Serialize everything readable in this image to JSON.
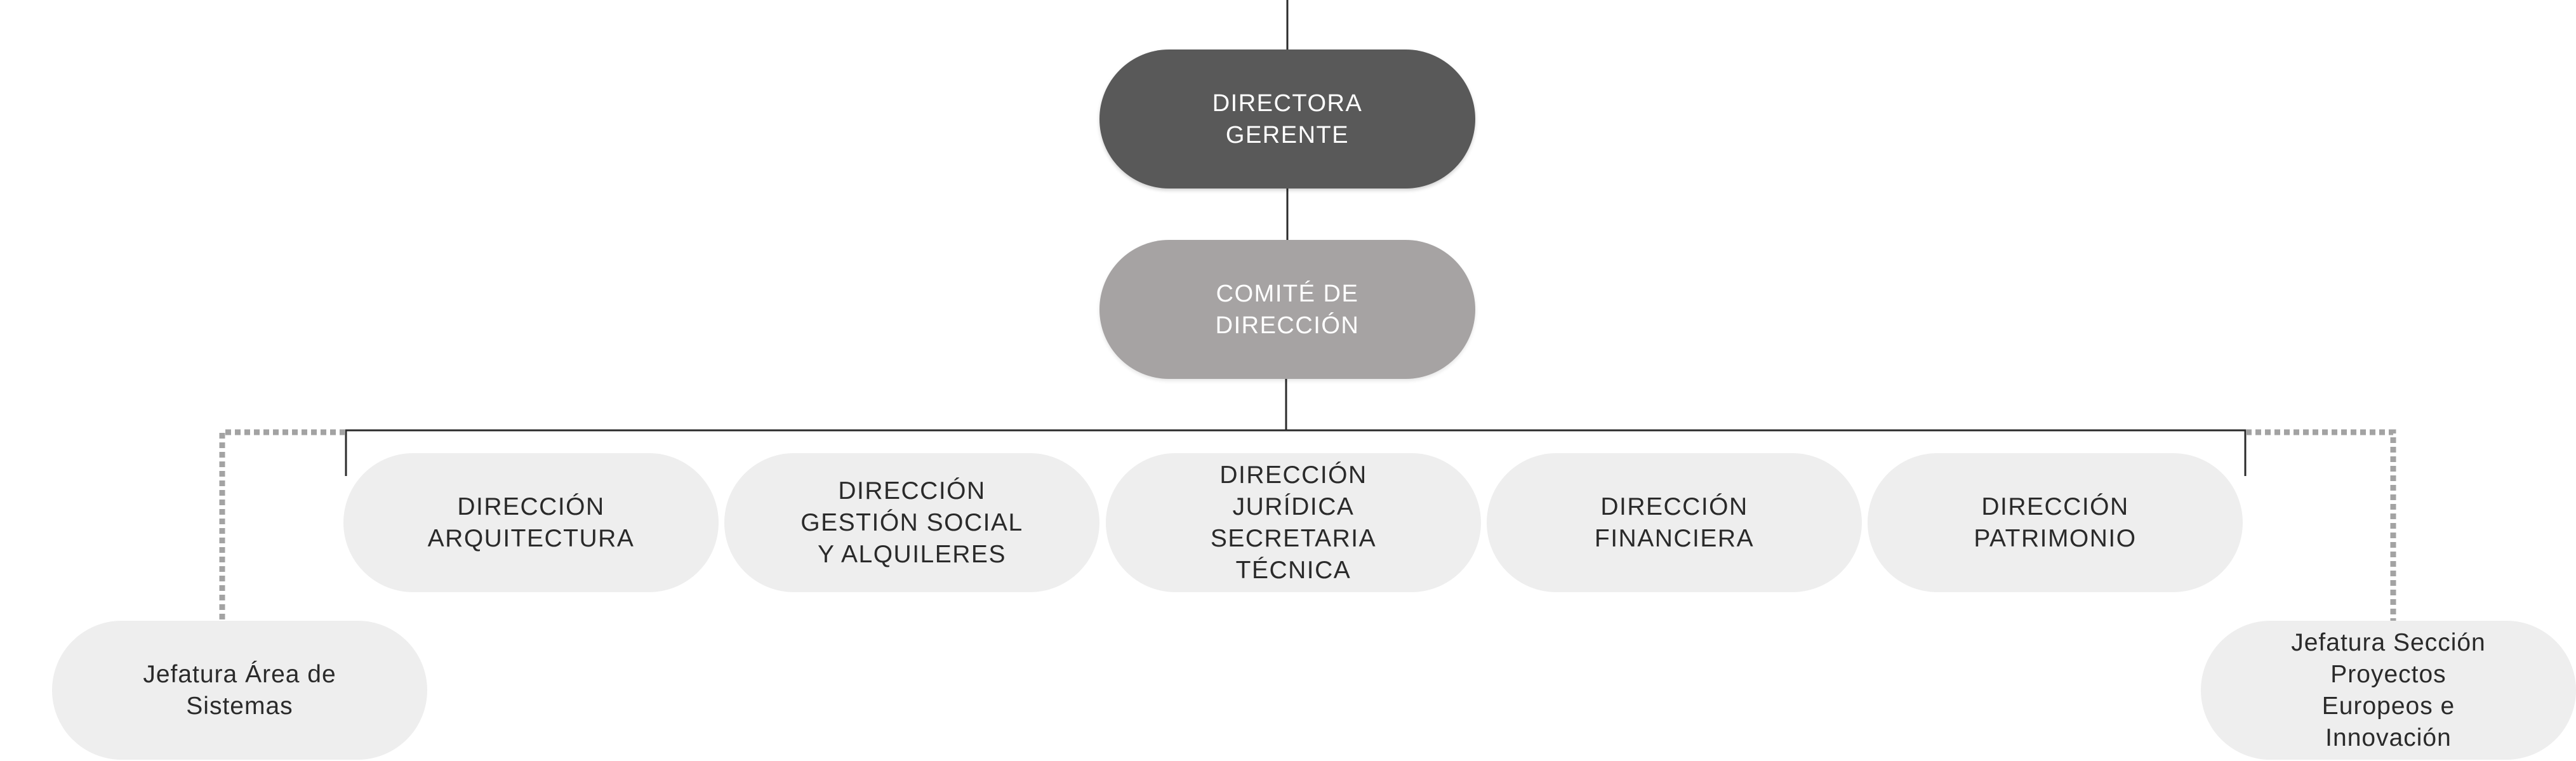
{
  "colors": {
    "top_node": "#595959",
    "committee_node": "#a6a3a3",
    "unit_node": "#eeeeee",
    "solid_connector": "#2b2b2b",
    "dotted_connector": "#a3a3a3"
  },
  "org_chart": {
    "top": {
      "label": "DIRECTORA\nGERENTE"
    },
    "committee": {
      "label": "COMITÉ DE\nDIRECCIÓN"
    },
    "directorates": [
      {
        "label": "DIRECCIÓN\nARQUITECTURA"
      },
      {
        "label": "DIRECCIÓN\nGESTIÓN SOCIAL\nY ALQUILERES"
      },
      {
        "label": "DIRECCIÓN\nJURÍDICA\nSECRETARIA\nTÉCNICA"
      },
      {
        "label": "DIRECCIÓN\nFINANCIERA"
      },
      {
        "label": "DIRECCIÓN\nPATRIMONIO"
      }
    ],
    "side_units": {
      "left": {
        "label": "Jefatura Área de\nSistemas"
      },
      "right": {
        "label": "Jefatura Sección\nProyectos\nEuropeos e\nInnovación"
      }
    }
  }
}
